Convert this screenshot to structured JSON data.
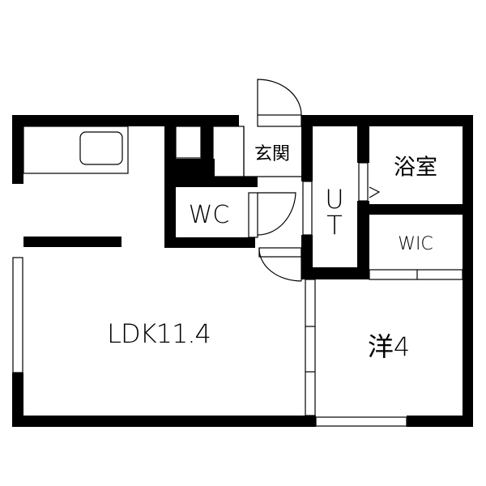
{
  "floor_plan": {
    "rooms": {
      "ldk": {
        "label": "LDK11.4"
      },
      "western_room": {
        "label": "洋4"
      },
      "wc": {
        "label": "WC"
      },
      "entrance": {
        "label": "玄関"
      },
      "bathroom": {
        "label": "浴室"
      },
      "wic": {
        "label": "WIC"
      },
      "utility": {
        "label_top": "U",
        "label_bottom": "T"
      }
    },
    "colors": {
      "wall": "#000000",
      "background": "#ffffff"
    }
  }
}
